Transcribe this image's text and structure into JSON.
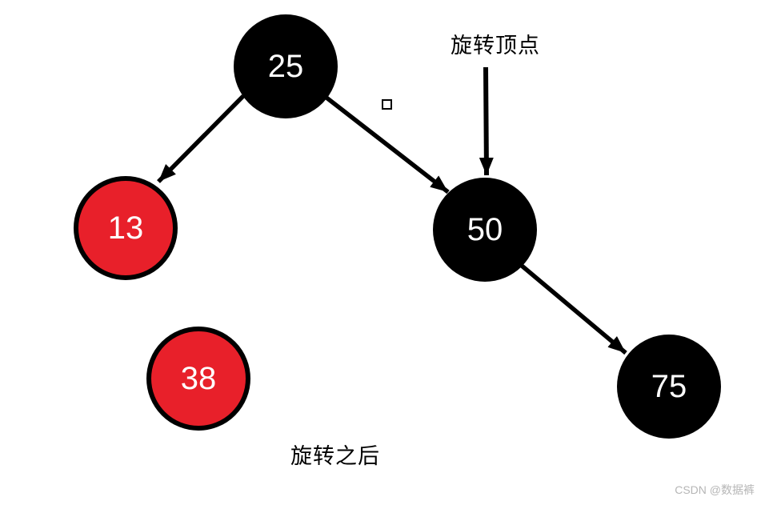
{
  "diagram": {
    "type": "red-black-tree-rotation",
    "caption": "旋转之后"
  },
  "annotations": {
    "rotation_vertex": "旋转顶点",
    "after_rotation": "旋转之后"
  },
  "nodes": [
    {
      "id": "node-25",
      "label": "25",
      "color_role": "black"
    },
    {
      "id": "node-13",
      "label": "13",
      "color_role": "red"
    },
    {
      "id": "node-50",
      "label": "50",
      "color_role": "black"
    },
    {
      "id": "node-38",
      "label": "38",
      "color_role": "red"
    },
    {
      "id": "node-75",
      "label": "75",
      "color_role": "black"
    }
  ],
  "edges": [
    {
      "from": "25",
      "to": "13"
    },
    {
      "from": "25",
      "to": "50"
    },
    {
      "from": "50",
      "to": "75"
    },
    {
      "from": "旋转顶点",
      "to": "50",
      "kind": "pointer"
    }
  ],
  "colors": {
    "node_black": "#000000",
    "node_red": "#e8202a",
    "node_text": "#ffffff",
    "annotation_text": "#000000",
    "watermark_text": "#b6b6b6",
    "edge_color": "#000000"
  },
  "watermark": {
    "text": "CSDN @数据裤"
  }
}
